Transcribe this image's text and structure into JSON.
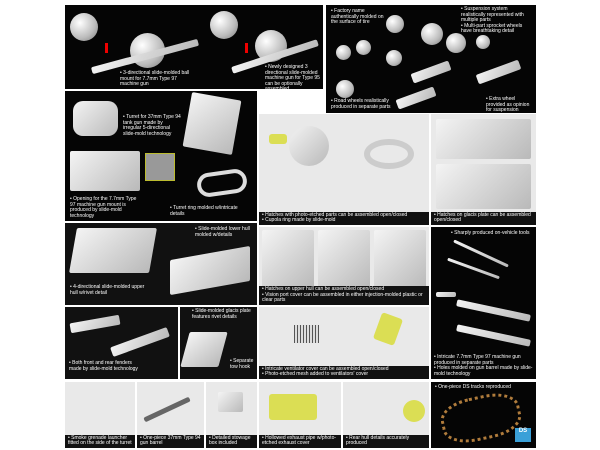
{
  "panels": {
    "ball_mount": {
      "caption": "3-directional slide-molded ball mount for 7.7mm Type 97 machine gun"
    },
    "mg95": {
      "caption": "Newly designed 3 directional slide-molded machine gun for Type 95 can be optionally assembled"
    },
    "wheels": {
      "captions": [
        "Factory name authentically molded on the surface of tire",
        "Suspension system realistically represented with multiple parts",
        "Multi-part sprocket wheels have breathtaking detail",
        "Road wheels realistically produced in separate parts",
        "Extra wheel provided as opinion for suspension system"
      ]
    },
    "turret": {
      "captions": [
        "Turret for 37mm Type 94 tank gun made by irregular 5-directional slide-mold technology",
        "Opening for the 7.7mm Type 97 machine gun mount is produced by slide-mold technology",
        "Turret ring molded w/intricate details"
      ]
    },
    "hatches": {
      "captions": [
        "Hatches with photo-etched parts can be assembled open/closed",
        "Cupola ring made by slide-mold"
      ]
    },
    "glacis_hatch": {
      "caption": "Hatches on glacis plate can be assembled open/closed"
    },
    "hull": {
      "captions": [
        "Slide-molded lower hull molded w/details",
        "4-directional slide-molded upper hull w/rivet detail"
      ]
    },
    "upper_hatch": {
      "captions": [
        "Hatches on upper hull can be assembled open/closed",
        "Vision port cover can be assembled in either injection-molded plastic or clear parts"
      ]
    },
    "tools": {
      "captions": [
        "Sharply produced on-vehicle tools",
        "Intricate 7.7mm Type 97 machine gun produced in separate parts",
        "Holes molded on gun barrel made by slide-mold technology"
      ]
    },
    "fenders": {
      "caption": "Both front and rear fenders made by slide-mold technology"
    },
    "glacis": {
      "captions": [
        "Slide-molded glacis plate features rivet details",
        "Separate tow hook"
      ]
    },
    "ventilator": {
      "captions": [
        "Intricate ventilator cover can be assembled open/closed",
        "Photo-etched mesh added to ventilators' cover"
      ]
    },
    "smoke": {
      "caption": "Smoke grenade launcher fitted on the side of the turret"
    },
    "barrel": {
      "caption": "One-piece 37mm Type 94 gun barrel"
    },
    "stowage": {
      "caption": "Detailed stowage box included"
    },
    "exhaust": {
      "caption": "Hollowed exhaust pipe w/photo-etched exhaust cover"
    },
    "rear": {
      "caption": "Rear hull details accurately produced"
    },
    "tracks": {
      "caption": "One-piece DS tracks reproduced",
      "logo": "DS"
    }
  }
}
